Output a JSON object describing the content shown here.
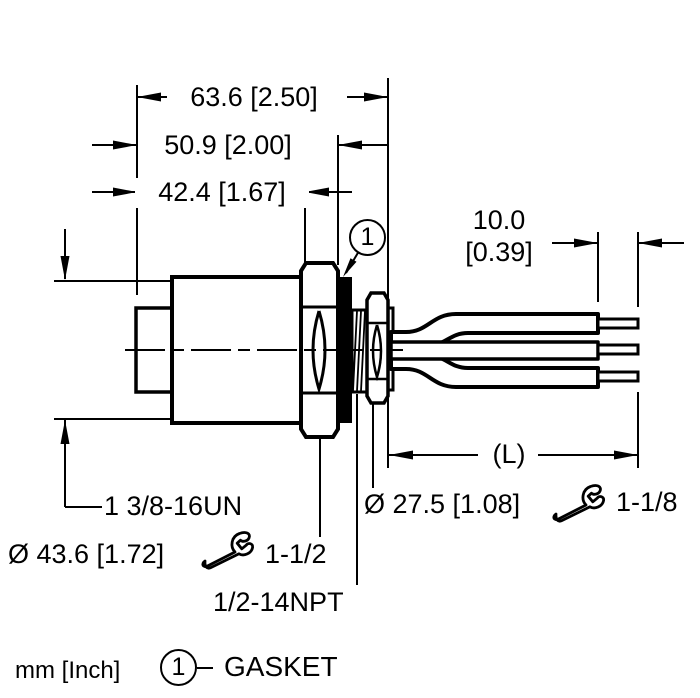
{
  "drawing": {
    "units_note": "mm [Inch]",
    "dimensions": {
      "overall_length": "63.6 [2.50]",
      "to_gasket_length": "50.9 [2.00]",
      "body_length": "42.4 [1.67]",
      "lead_length_mm": "10.0",
      "lead_length_inch": "[0.39]",
      "cable_length": "(L)",
      "body_diameter": "Ø 43.6 [1.72]",
      "flange_diameter": "Ø 27.5 [1.08]"
    },
    "threads": {
      "mounting_thread": "1 3/8-16UN",
      "conduit_thread": "1/2-14NPT"
    },
    "wrench_sizes": {
      "hex_body": "1-1/2",
      "hex_flange": "1-1/8"
    },
    "callout": {
      "number": "1",
      "label": "GASKET"
    },
    "colors": {
      "line": "#000000",
      "background": "#ffffff"
    }
  }
}
